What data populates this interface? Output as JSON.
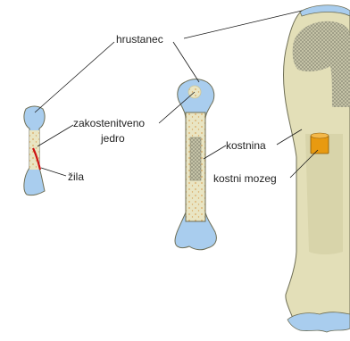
{
  "labels": {
    "cartilage": "hrustanec",
    "ossification_center": [
      "zakostenitveno",
      "jedro"
    ],
    "vessel": "žila",
    "bone": "kostnina",
    "marrow": "kostni mozeg"
  },
  "colors": {
    "cartilage": "#a9cdee",
    "bone": "#e3dfb8",
    "bone_dark": "#c8c49a",
    "spongy": "#a9a890",
    "marrow": "#e89a10",
    "vessel": "#cc1111",
    "background": "#ffffff"
  }
}
